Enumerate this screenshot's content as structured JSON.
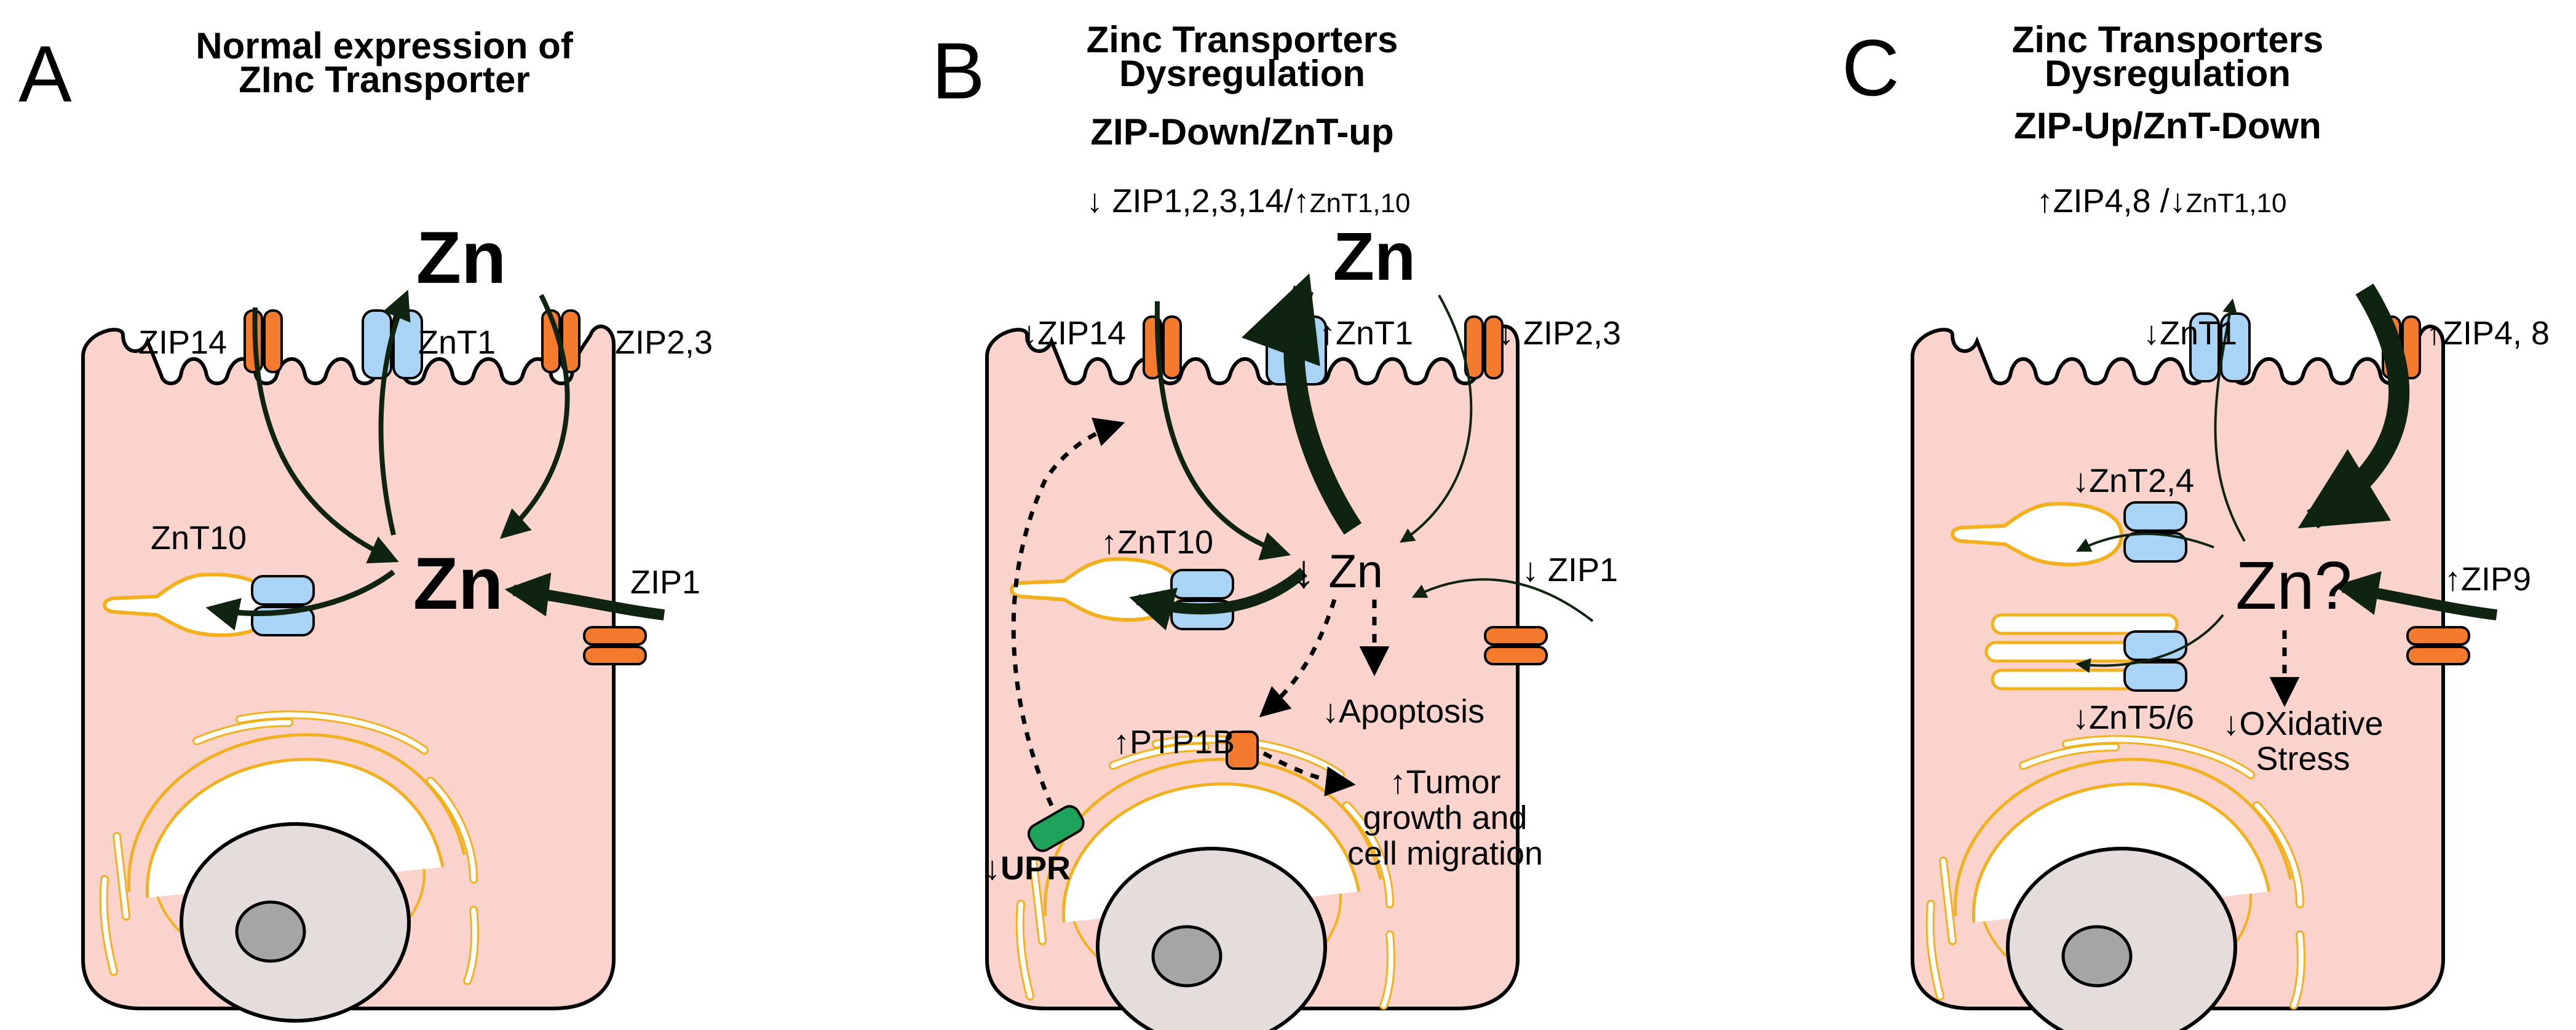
{
  "colors": {
    "cell_fill": "#fad3cc",
    "zip_orange": "#f47a2e",
    "znt_blue": "#a9d4f5",
    "vesicle_outline": "#f2b11c",
    "nucleus": "#e5dcdc",
    "nucleolus": "#a5a5a5",
    "upr_green": "#1ea35a",
    "arrow": "#0f2311"
  },
  "icons": [
    "zip-transporter-icon",
    "znt-transporter-icon",
    "vesicle-icon",
    "er-icon",
    "nucleus-icon",
    "ptp1b-icon",
    "upr-icon"
  ],
  "panelA": {
    "letter": "A",
    "title_line1": "Normal expression of",
    "title_line2": "ZInc Transporter",
    "zn_top": "Zn",
    "zn_center": "Zn",
    "zip14": "ZIP14",
    "znt1": "ZnT1",
    "zip23": "ZIP2,3",
    "znt10": "ZnT10",
    "zip1": "ZIP1"
  },
  "panelB": {
    "letter": "B",
    "title_line1": "Zinc Transporters",
    "title_line2": "Dysregulation",
    "title_line3": "ZIP-Down/ZnT-up",
    "sub_a": "↓ ZIP1,2,3,14/↑",
    "sub_b": "ZnT1,10",
    "zn_top": "Zn",
    "zn_center": "↓ Zn",
    "zip14": "↓ZIP14",
    "znt1": "↑ZnT1",
    "zip23": "↓ ZIP2,3",
    "znt10": "↑ZnT10",
    "zip1": "↓ ZIP1",
    "apoptosis": "↓Apoptosis",
    "ptp1b": "↑PTP1B",
    "tumor_line1": "↑Tumor",
    "tumor_line2": "growth and",
    "tumor_line3": "cell migration",
    "upr": "↓UPR"
  },
  "panelC": {
    "letter": "C",
    "title_line1": "Zinc Transporters",
    "title_line2": "Dysregulation",
    "title_line3": "ZIP-Up/ZnT-Down",
    "sub_a": "↑ZIP4,8 /↓",
    "sub_b": "ZnT1,10",
    "znt1": "↓ZnT1",
    "zip48": "↑ZIP4, 8",
    "znt24": "↓ZnT2,4",
    "zn_center": "Zn?",
    "zip9": "↑ZIP9",
    "znt56": "↓ZnT5/6",
    "ox_line1": "↓OXidative",
    "ox_line2": "Stress"
  }
}
